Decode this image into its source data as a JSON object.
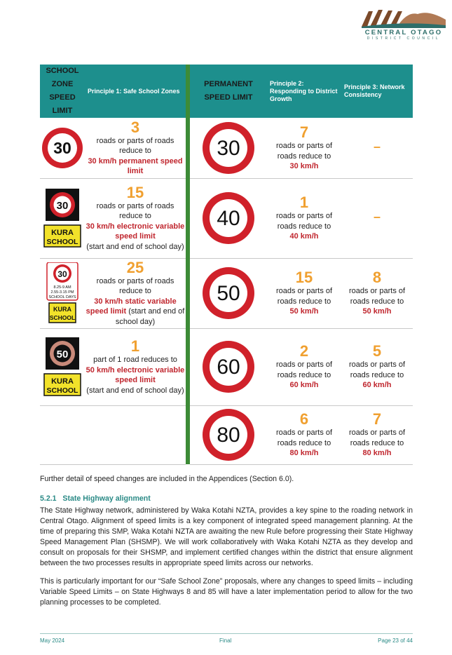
{
  "logo": {
    "name": "CENTRAL OTAGO",
    "sub": "DISTRICT COUNCIL"
  },
  "table": {
    "headers": {
      "school_zone": "SCHOOL ZONE SPEED LIMIT",
      "principle1": "Principle 1: Safe School Zones",
      "permanent": "PERMANENT SPEED LIMIT",
      "principle2": "Principle 2: Responding to District Growth",
      "principle3": "Principle 3: Network Consistency"
    },
    "rows": [
      {
        "school_sign": "30",
        "p1_num": "3",
        "p1_pre": "roads or parts of roads reduce to",
        "p1_red": "30 km/h permanent speed limit",
        "p1_post": "",
        "perm_sign": "30",
        "p2_num": "7",
        "p2_text": "roads or parts of roads reduce to",
        "p2_red": "30 km/h",
        "p3_num": "–",
        "p3_text": "",
        "p3_red": ""
      },
      {
        "school_sign": "30",
        "school_label": "KURA SCHOOL",
        "p1_num": "15",
        "p1_pre": "roads or parts of roads reduce to",
        "p1_red": "30 km/h electronic variable speed limit",
        "p1_post": "(start and end of school day)",
        "perm_sign": "40",
        "p2_num": "1",
        "p2_text": "roads or parts of roads reduce to",
        "p2_red": "40 km/h",
        "p3_num": "–",
        "p3_text": "",
        "p3_red": ""
      },
      {
        "school_sign": "30",
        "school_times": "8.25-9 AM 2.55-3.15 PM",
        "school_days": "SCHOOL DAYS",
        "school_label": "KURA SCHOOL",
        "p1_num": "25",
        "p1_pre": "roads or parts of roads reduce to",
        "p1_red": "30 km/h static variable speed limit",
        "p1_post": "(start and end of school day)",
        "perm_sign": "50",
        "p2_num": "15",
        "p2_text": "roads or parts of roads reduce to",
        "p2_red": "50 km/h",
        "p3_num": "8",
        "p3_text": "roads or parts of roads reduce to",
        "p3_red": "50 km/h"
      },
      {
        "school_sign": "50",
        "school_label": "KURA SCHOOL",
        "p1_num": "1",
        "p1_pre": "part of 1 road reduces to",
        "p1_red": "50 km/h electronic variable speed limit",
        "p1_post": "(start and end of school day)",
        "perm_sign": "60",
        "p2_num": "2",
        "p2_text": "roads or parts of roads reduce to",
        "p2_red": "60 km/h",
        "p3_num": "5",
        "p3_text": "roads or parts of roads reduce to",
        "p3_red": "60 km/h"
      },
      {
        "perm_sign": "80",
        "p2_num": "6",
        "p2_text": "roads or parts of roads reduce to",
        "p2_red": "80 km/h",
        "p3_num": "7",
        "p3_text": "roads or parts of roads reduce to",
        "p3_red": "80 km/h"
      }
    ]
  },
  "body": {
    "further": "Further detail of speed changes are included in the Appendices (Section 6.0).",
    "section_num": "5.2.1",
    "section_title": "State Highway alignment",
    "para1": "The State Highway network, administered by Waka Kotahi NZTA, provides a key spine to the roading network in Central Otago. Alignment of speed limits is a key component of integrated speed management planning. At the time of preparing this SMP, Waka Kotahi NZTA are awaiting the new Rule before progressing their State Highway Speed Management Plan (SHSMP). We will work collaboratively with Waka Kotahi NZTA as they develop and consult on proposals for their SHSMP, and implement certified changes within the district that ensure alignment between the two processes results in appropriate speed limits across our networks.",
    "para2": "This is particularly important for our “Safe School Zone” proposals, where any changes to speed limits – including Variable Speed Limits – on State Highways 8 and 85 will have a later implementation period to allow for the two planning processes to be completed."
  },
  "footer": {
    "date": "May 2024",
    "status": "Final",
    "page": "Page 23 of 44"
  }
}
